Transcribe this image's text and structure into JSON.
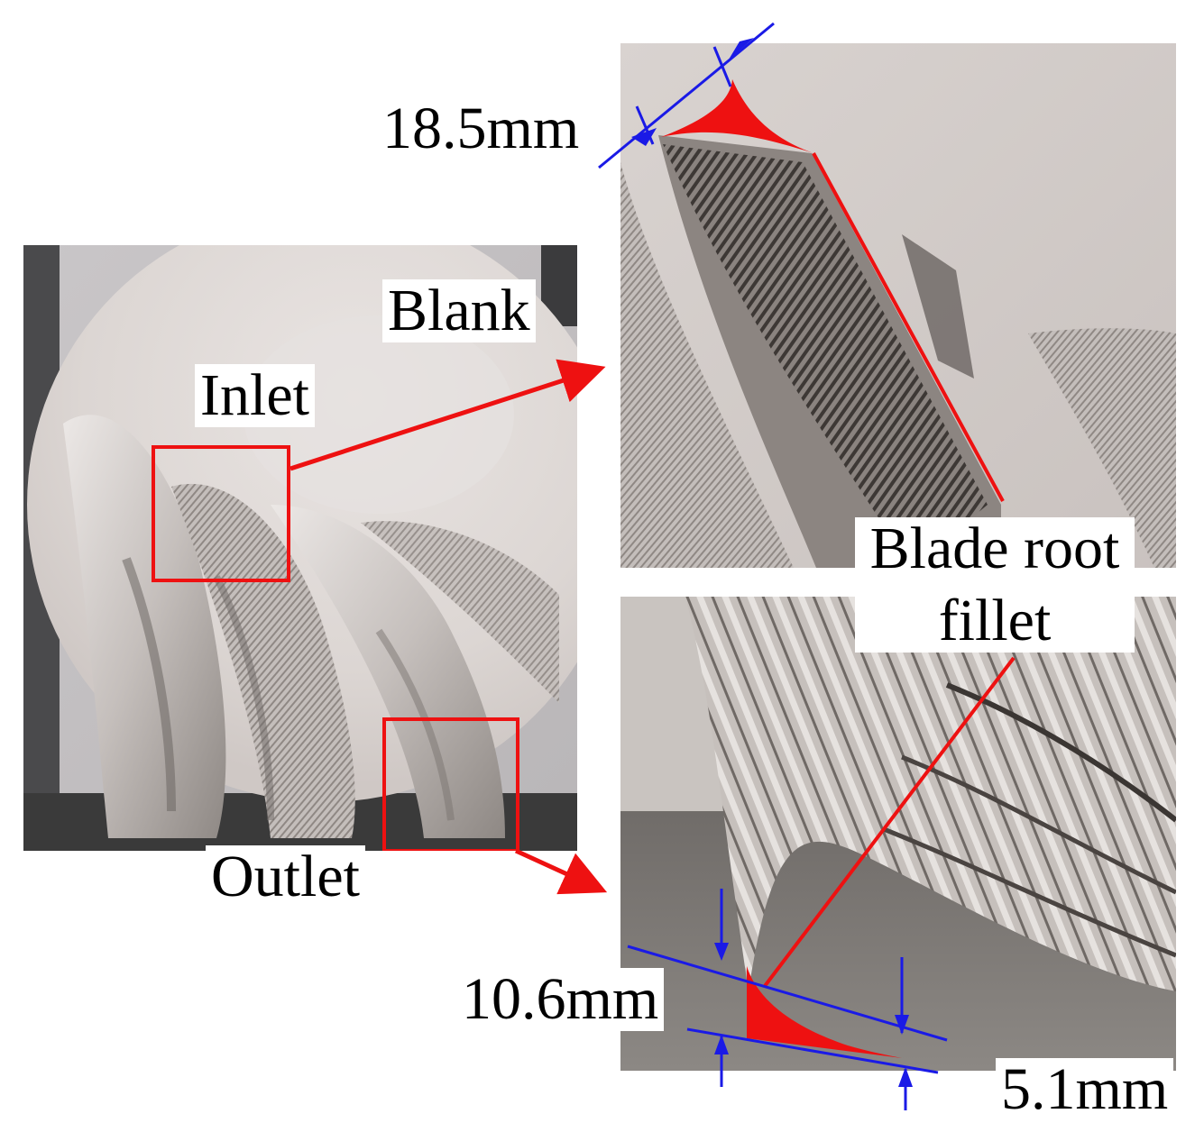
{
  "figure": {
    "labels": {
      "blank": "Blank",
      "inlet": "Inlet",
      "outlet": "Outlet",
      "fillet_line1": "Blade root",
      "fillet_line2": "fillet"
    },
    "dimensions": {
      "inlet_width": "18.5mm",
      "outlet_height": "10.6mm",
      "outlet_width": "5.1mm"
    },
    "colors": {
      "highlight": "#ee1111",
      "dimension": "#1a1ae6",
      "metal_light": "#d8d2cf",
      "metal_dark": "#5a5552",
      "background_dark": "#2a2a2a"
    }
  }
}
